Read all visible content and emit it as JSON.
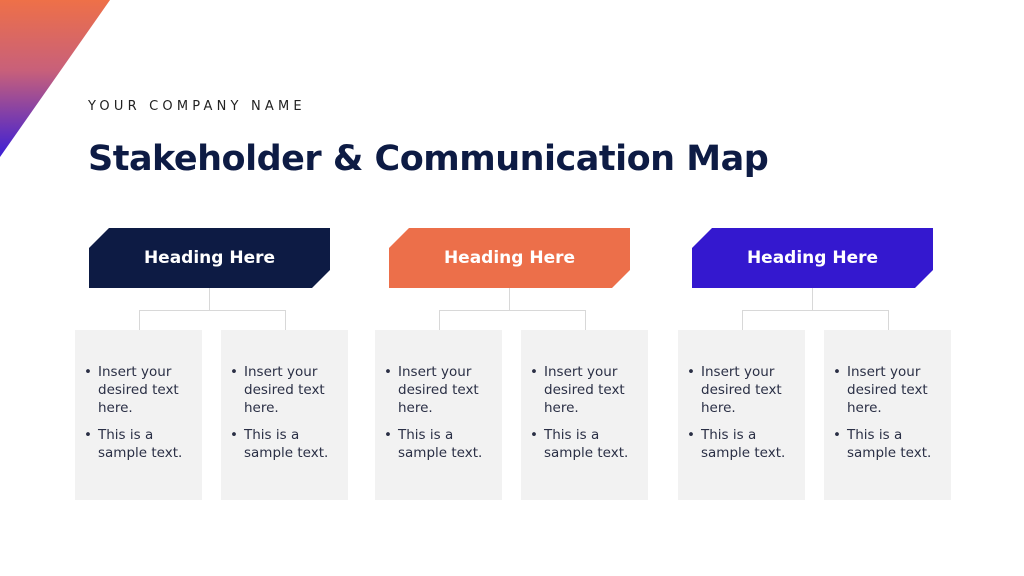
{
  "company": "YOUR COMPANY NAME",
  "title": "Stakeholder & Communication Map",
  "colors": {
    "navy": "#0d1b44",
    "orange": "#ec6f4a",
    "purple": "#3418cf",
    "card": "#f2f2f2"
  },
  "groups": [
    {
      "heading": "Heading Here",
      "cards": [
        [
          "Insert your desired text here.",
          "This is a sample text."
        ],
        [
          "Insert your desired text here.",
          "This is a sample text."
        ]
      ]
    },
    {
      "heading": "Heading Here",
      "cards": [
        [
          "Insert your desired text here.",
          "This is a sample text."
        ],
        [
          "Insert your desired text here.",
          "This is a sample text."
        ]
      ]
    },
    {
      "heading": "Heading Here",
      "cards": [
        [
          "Insert your desired text here.",
          "This is a sample text."
        ],
        [
          "Insert your desired text here.",
          "This is a sample text."
        ]
      ]
    }
  ]
}
